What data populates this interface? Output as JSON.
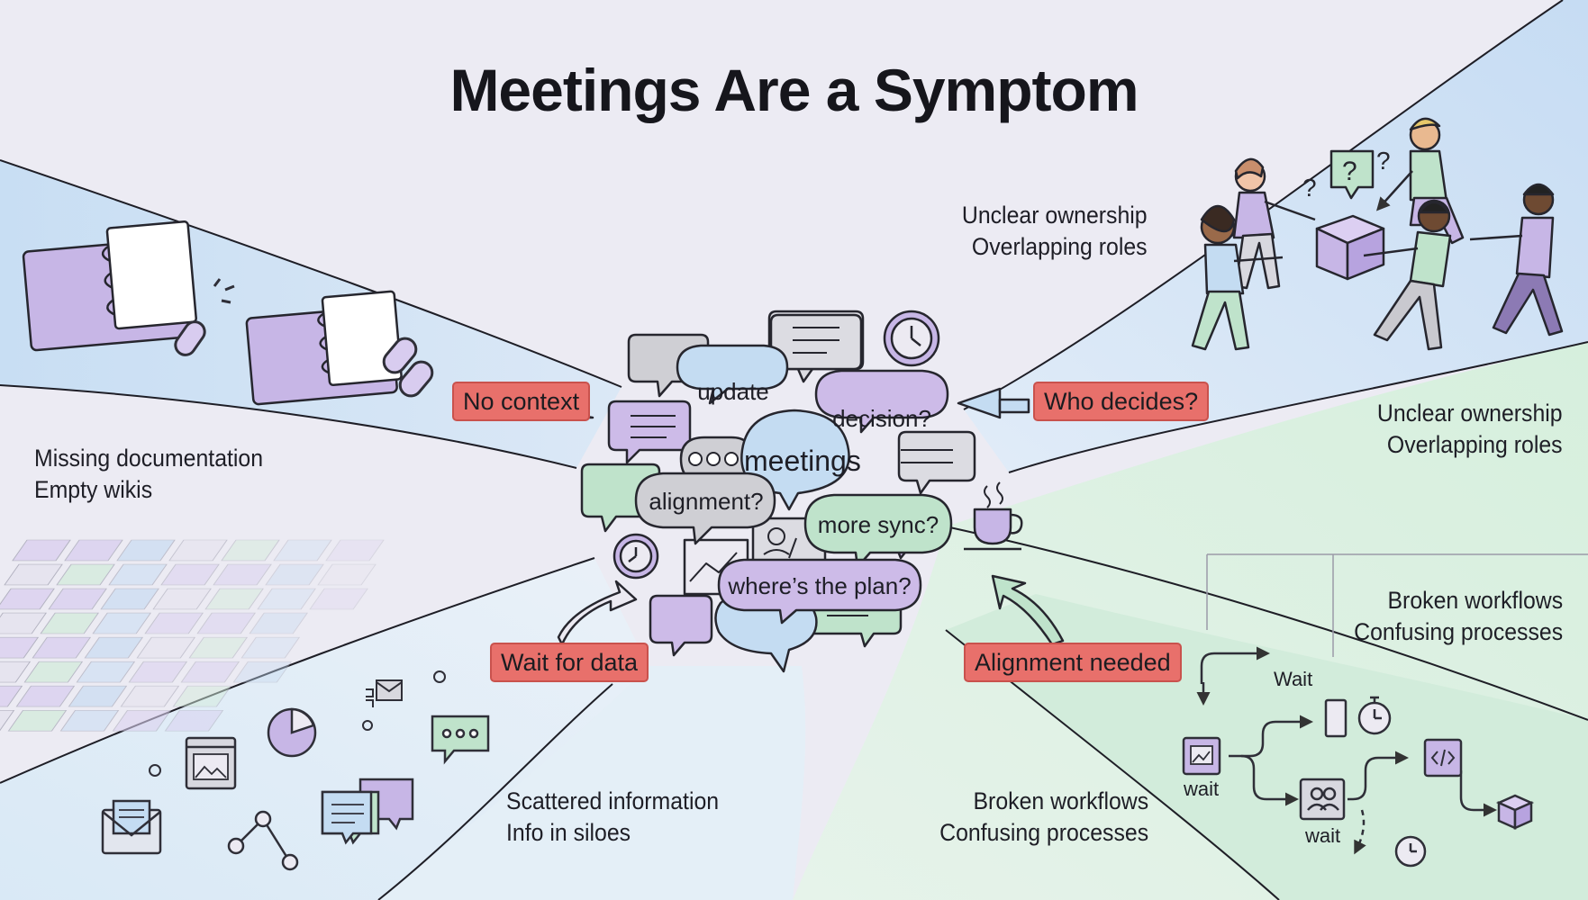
{
  "title": "Meetings Are a Symptom",
  "top_left_text": [
    "Missing documentation",
    "Empty wikis"
  ],
  "top_right_text": [
    "Unclear ownership",
    "Overlapping roles"
  ],
  "mid_right_text": [
    "Unclear ownership",
    "Overlapping roles"
  ],
  "right_box_text": [
    "Broken workflows",
    "Confusing processes"
  ],
  "bottom_left_text": [
    "Scattered information",
    "Info in siloes"
  ],
  "bottom_center_text": [
    "Broken workflows",
    "Confusing processes"
  ],
  "tags": {
    "no_context": "No context",
    "who_decides": "Who decides?",
    "wait_for_data": "Wait for data",
    "alignment_needed": "Alignment needed"
  },
  "bubbles": {
    "update": "update",
    "decision": "decision?",
    "meetings": "meetings",
    "alignment": "alignment?",
    "more_sync": "more sync?",
    "wheres_plan": "where’s the plan?"
  },
  "workflow_labels": {
    "wait_top": "Wait",
    "wait_left": "wait",
    "wait_bottom": "wait"
  },
  "colors": {
    "background": "#ecebf3",
    "blue_zone": "#cfe2f5",
    "green_zone": "#dcefe3",
    "lavender": "#cdbbe8",
    "mint": "#bfe3cb",
    "sky": "#c4dcf2",
    "gray": "#cfcfd4",
    "tag_red": "#e8706b"
  }
}
